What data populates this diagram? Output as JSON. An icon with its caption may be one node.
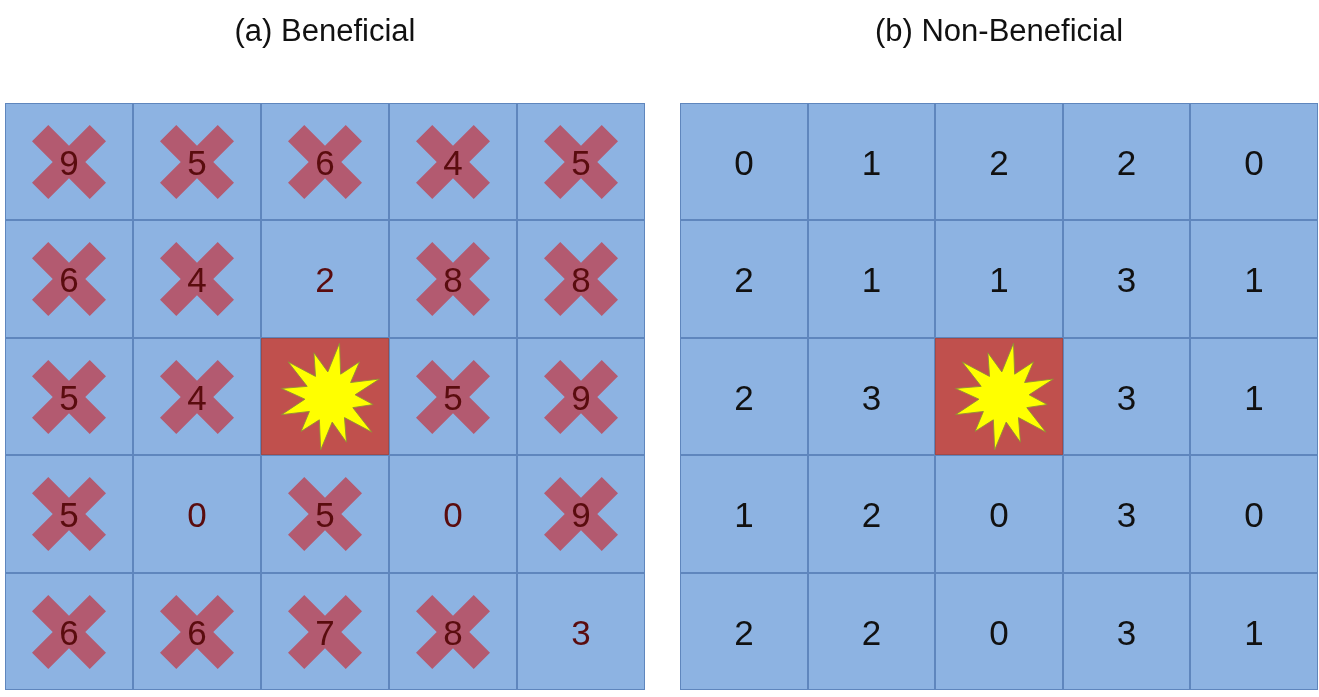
{
  "diagram": {
    "nodes": [
      {
        "text": [
          "(a) Beneficial"
        ]
      },
      {
        "text": [
          "9"
        ],
        "in": 0
      },
      {
        "text": [
          "5"
        ],
        "in": 0
      },
      {
        "text": [
          "6"
        ],
        "in": 0
      },
      {
        "text": [
          "4"
        ],
        "in": 0
      },
      {
        "text": [
          "5"
        ],
        "in": 0
      },
      {
        "text": [
          "6"
        ],
        "in": 0
      },
      {
        "text": [
          "4"
        ],
        "in": 0
      },
      {
        "text": [
          "2"
        ],
        "in": 0
      },
      {
        "text": [
          "8"
        ],
        "in": 0
      },
      {
        "text": [
          "8"
        ],
        "in": 0
      },
      {
        "text": [
          "5"
        ],
        "in": 0
      },
      {
        "text": [
          "4"
        ],
        "in": 0
      },
      {
        "text": [],
        "shape": "box",
        "in": 0
      },
      {
        "text": [
          "5"
        ],
        "in": 0
      },
      {
        "text": [
          "9"
        ],
        "in": 0
      },
      {
        "text": [
          "5"
        ],
        "in": 0
      },
      {
        "text": [
          "0"
        ],
        "in": 0
      },
      {
        "text": [
          "5"
        ],
        "in": 0
      },
      {
        "text": [
          "0"
        ],
        "in": 0
      },
      {
        "text": [
          "9"
        ],
        "in": 0
      },
      {
        "text": [
          "6"
        ],
        "in": 0
      },
      {
        "text": [
          "6"
        ],
        "in": 0
      },
      {
        "text": [
          "7"
        ],
        "in": 0
      },
      {
        "text": [
          "8"
        ],
        "in": 0
      },
      {
        "text": [
          "3"
        ],
        "in": 0
      },
      {
        "text": [
          "(b) Non-Beneficial"
        ]
      },
      {
        "text": [
          "0"
        ],
        "in": 26
      },
      {
        "text": [
          "1"
        ],
        "in": 26
      },
      {
        "text": [
          "2"
        ],
        "in": 26
      },
      {
        "text": [
          "2"
        ],
        "in": 26
      },
      {
        "text": [
          "0"
        ],
        "in": 26
      },
      {
        "text": [
          "2"
        ],
        "in": 26
      },
      {
        "text": [
          "1"
        ],
        "in": 26
      },
      {
        "text": [
          "1"
        ],
        "in": 26
      },
      {
        "text": [
          "3"
        ],
        "in": 26
      },
      {
        "text": [
          "1"
        ],
        "in": 26
      },
      {
        "text": [
          "2"
        ],
        "in": 26
      },
      {
        "text": [
          "3"
        ],
        "in": 26
      },
      {
        "text": [],
        "shape": "box",
        "in": 26
      },
      {
        "text": [
          "3"
        ],
        "in": 26
      },
      {
        "text": [
          "1"
        ],
        "in": 26
      },
      {
        "text": [
          "1"
        ],
        "in": 26
      },
      {
        "text": [
          "2"
        ],
        "in": 26
      },
      {
        "text": [
          "0"
        ],
        "in": 26
      },
      {
        "text": [
          "3"
        ],
        "in": 26
      },
      {
        "text": [
          "0"
        ],
        "in": 26
      },
      {
        "text": [
          "2"
        ],
        "in": 26
      },
      {
        "text": [
          "2"
        ],
        "in": 26
      },
      {
        "text": [
          "0"
        ],
        "in": 26
      },
      {
        "text": [
          "3"
        ],
        "in": 26
      },
      {
        "text": [
          "1"
        ],
        "in": 26
      }
    ],
    "edges": []
  }
}
